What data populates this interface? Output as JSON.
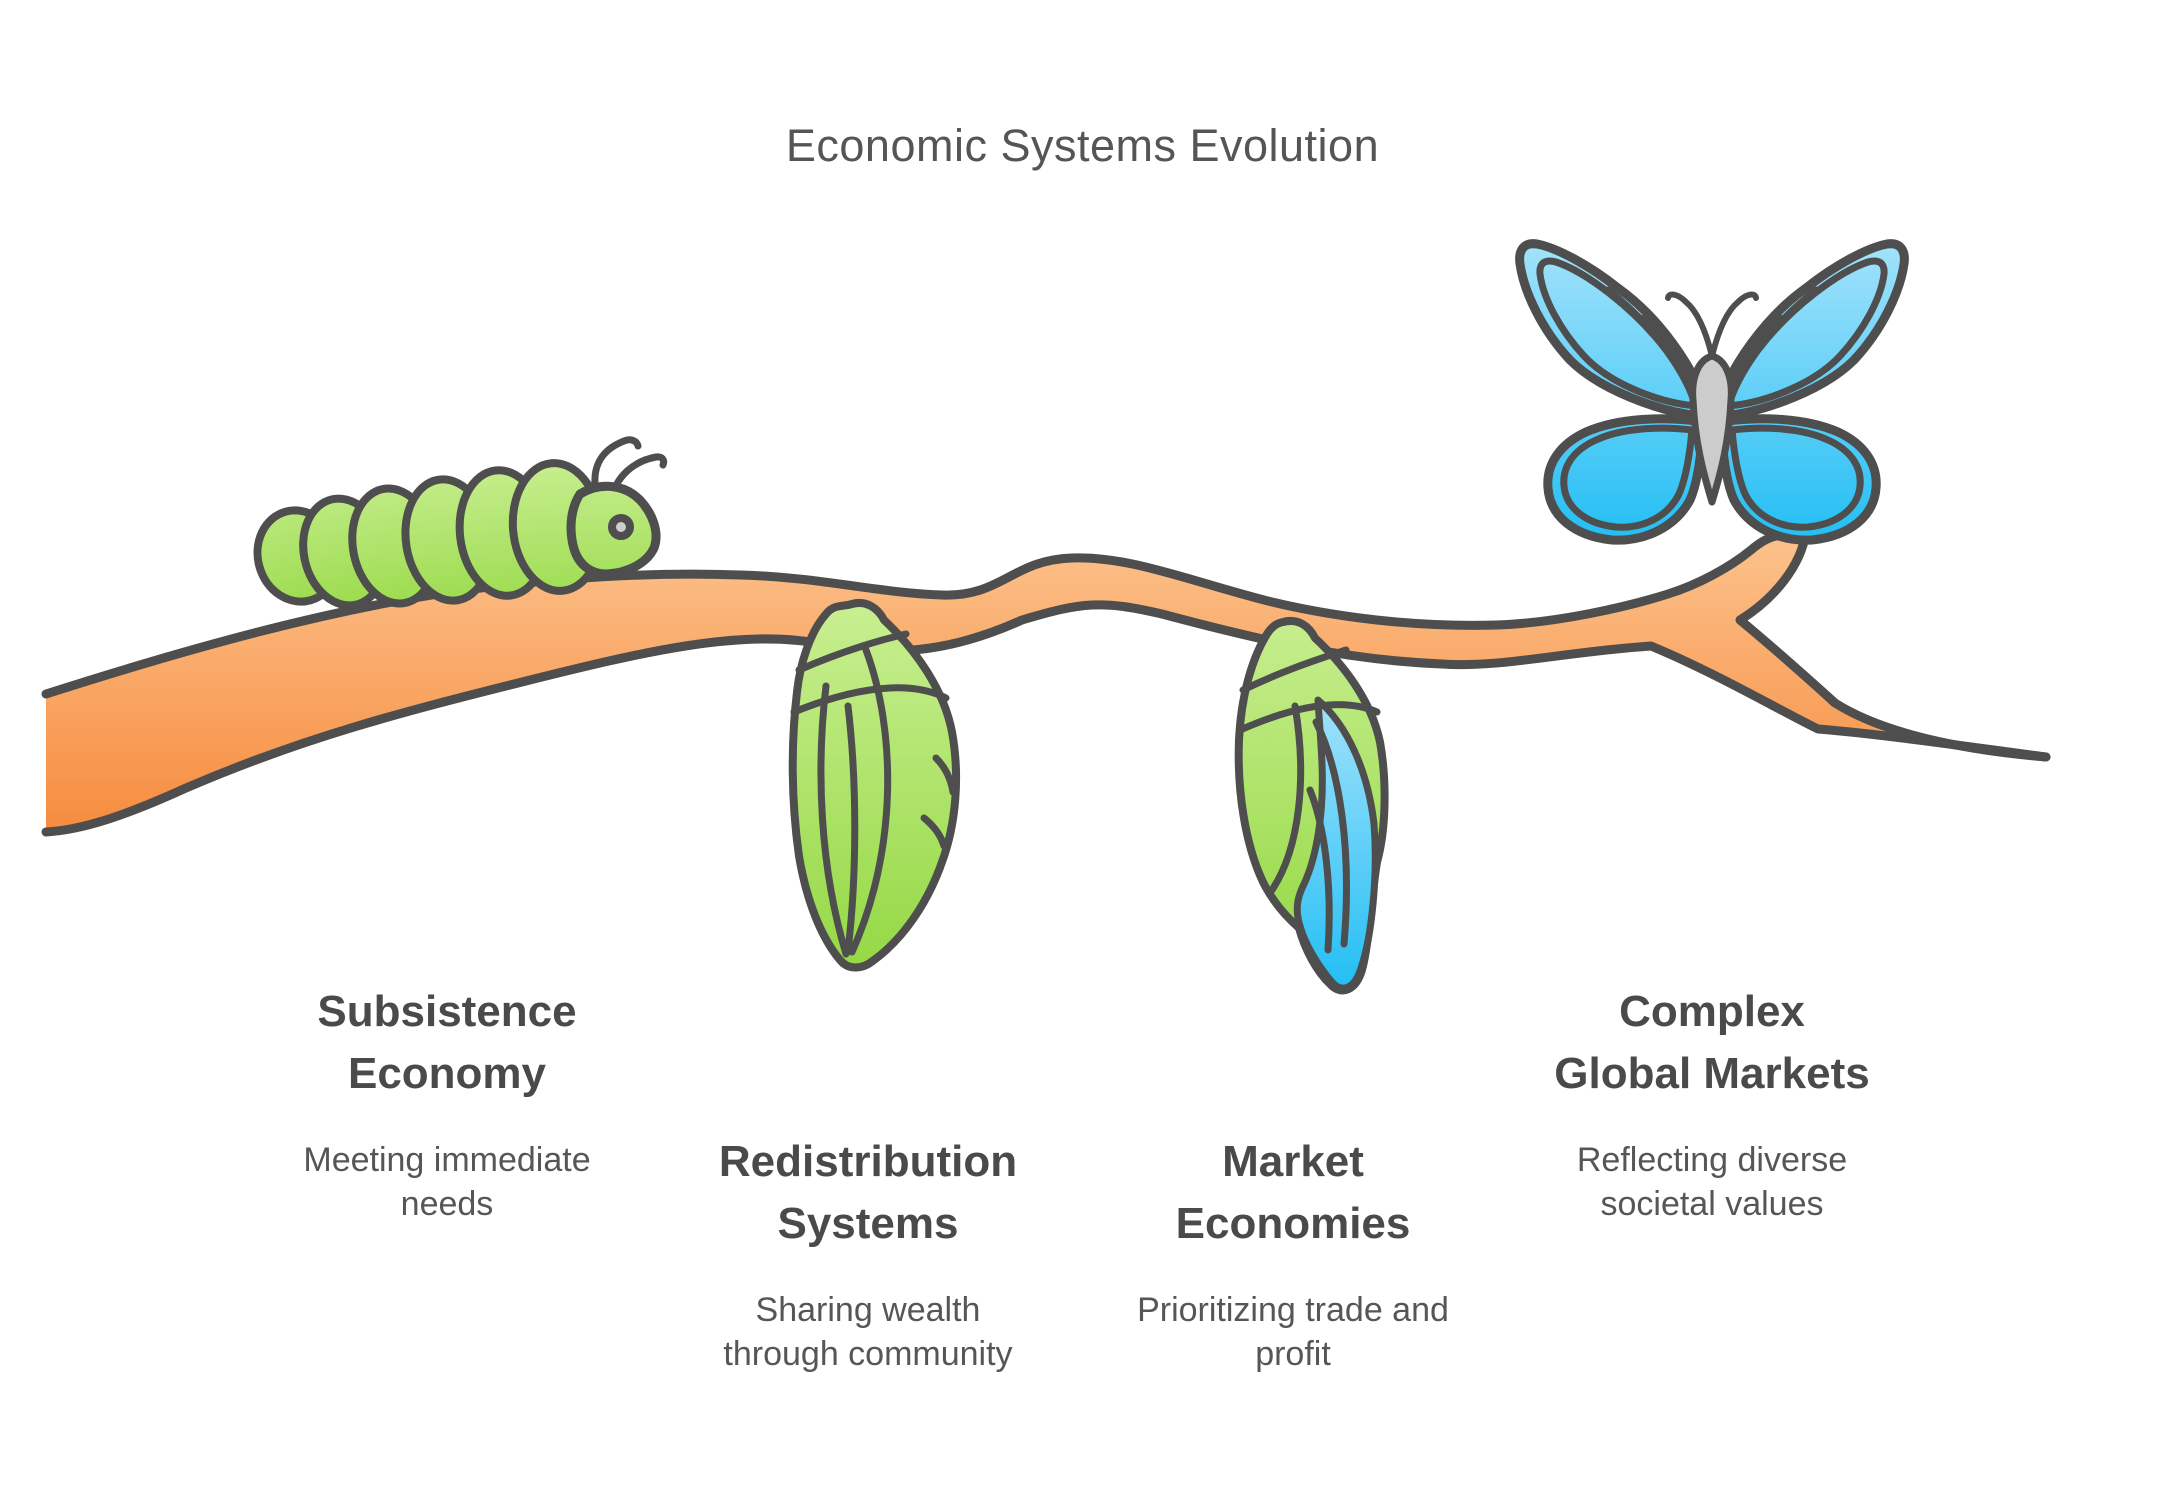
{
  "title": "Economic Systems Evolution",
  "stages": [
    {
      "id": "subsistence-economy",
      "icon": "caterpillar-icon",
      "heading_line1": "Subsistence",
      "heading_line2": "Economy",
      "desc_line1": "Meeting immediate",
      "desc_line2": "needs"
    },
    {
      "id": "redistribution-systems",
      "icon": "chrysalis-icon",
      "heading_line1": "Redistribution",
      "heading_line2": "Systems",
      "desc_line1": "Sharing wealth",
      "desc_line2": "through community"
    },
    {
      "id": "market-economies",
      "icon": "emerging-chrysalis-icon",
      "heading_line1": "Market",
      "heading_line2": "Economies",
      "desc_line1": "Prioritizing trade and",
      "desc_line2": "profit"
    },
    {
      "id": "complex-global-markets",
      "icon": "butterfly-icon",
      "heading_line1": "Complex",
      "heading_line2": "Global Markets",
      "desc_line1": "Reflecting diverse",
      "desc_line2": "societal values"
    }
  ],
  "colors": {
    "outline": "#4e4e4e",
    "branch_light": "#fcc28c",
    "branch_dark": "#f68a3c",
    "green_light": "#c9ef92",
    "green_dark": "#8fd63c",
    "blue_light": "#a5e3fb",
    "blue_dark": "#1ebdf4",
    "gray_fill": "#cccccc",
    "foot_gray": "#d6d6d6",
    "text_title": "#555555",
    "text_heading": "#4a4a4a",
    "text_body": "#565656"
  }
}
